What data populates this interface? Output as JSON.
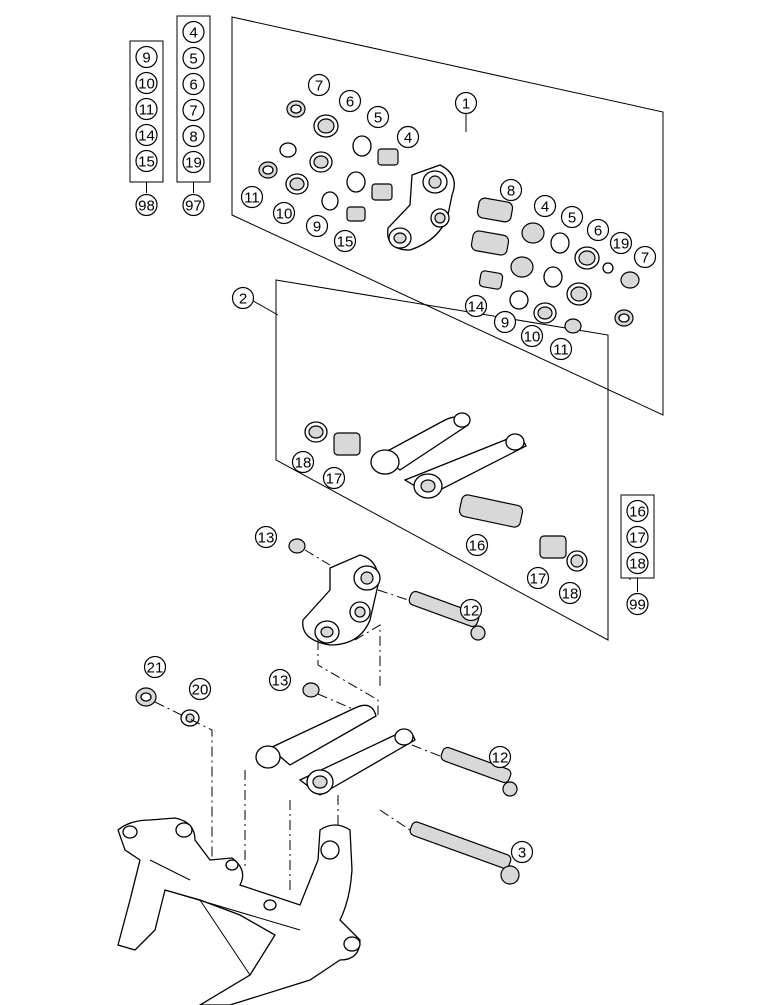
{
  "diagram": {
    "kit_groups": [
      {
        "id": "kit-98",
        "items": [
          "9",
          "10",
          "11",
          "14",
          "15"
        ],
        "ref": "98"
      },
      {
        "id": "kit-97",
        "items": [
          "4",
          "5",
          "6",
          "7",
          "8",
          "19"
        ],
        "ref": "97"
      },
      {
        "id": "kit-99",
        "items": [
          "16",
          "17",
          "18"
        ],
        "ref": "99"
      }
    ],
    "callouts": {
      "c1": "1",
      "c2": "2",
      "c3": "3",
      "c4a": "4",
      "c4b": "4",
      "c5a": "5",
      "c5b": "5",
      "c6a": "6",
      "c6b": "6",
      "c7a": "7",
      "c7b": "7",
      "c8": "8",
      "c9a": "9",
      "c9b": "9",
      "c10a": "10",
      "c10b": "10",
      "c11a": "11",
      "c11b": "11",
      "c12a": "12",
      "c12b": "12",
      "c13a": "13",
      "c13b": "13",
      "c14": "14",
      "c15": "15",
      "c16": "16",
      "c17a": "17",
      "c17b": "17",
      "c18a": "18",
      "c18b": "18",
      "c19": "19",
      "c20": "20",
      "c21": "21"
    }
  }
}
